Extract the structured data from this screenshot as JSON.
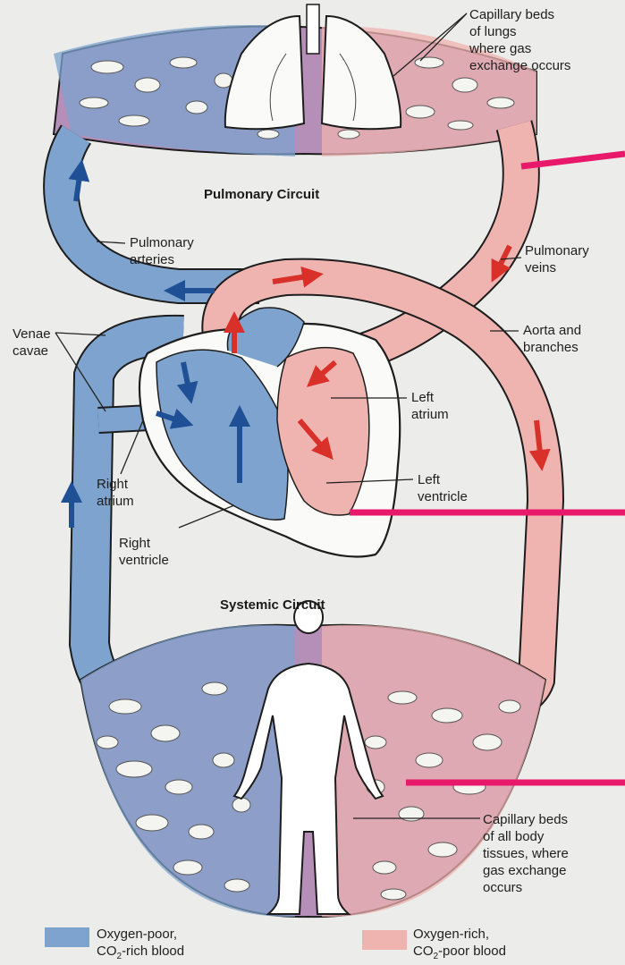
{
  "titles": {
    "pulmonary": "Pulmonary Circuit",
    "systemic": "Systemic Circuit"
  },
  "labels": {
    "capillary_lungs": [
      "Capillary beds",
      "of lungs",
      "where gas",
      "exchange occurs"
    ],
    "pulmonary_arteries": [
      "Pulmonary",
      "arteries"
    ],
    "pulmonary_veins": [
      "Pulmonary",
      "veins"
    ],
    "venae_cavae": [
      "Venae",
      "cavae"
    ],
    "aorta": [
      "Aorta and",
      "branches"
    ],
    "left_atrium": [
      "Left",
      "atrium"
    ],
    "left_ventricle": [
      "Left",
      "ventricle"
    ],
    "right_atrium": [
      "Right",
      "atrium"
    ],
    "right_ventricle": [
      "Right",
      "ventricle"
    ],
    "capillary_body": [
      "Capillary beds",
      "of all body",
      "tissues, where",
      "gas exchange",
      "occurs"
    ]
  },
  "legend": {
    "oxygen_poor": {
      "line1": "Oxygen-poor,",
      "line2_pre": "CO",
      "line2_sub": "2",
      "line2_post": "-rich blood",
      "color": "#7ea3cf"
    },
    "oxygen_rich": {
      "line1": "Oxygen-rich,",
      "line2_pre": "CO",
      "line2_sub": "2",
      "line2_post": "-poor blood",
      "color": "#efb3b0"
    }
  },
  "colors": {
    "deoxygenated": "#7ea3cf",
    "oxygenated": "#efb3b0",
    "capillary": "#b58fb8",
    "arrow_blue": "#1f4f95",
    "arrow_red": "#d9302a",
    "highlight": "#e8186b"
  }
}
